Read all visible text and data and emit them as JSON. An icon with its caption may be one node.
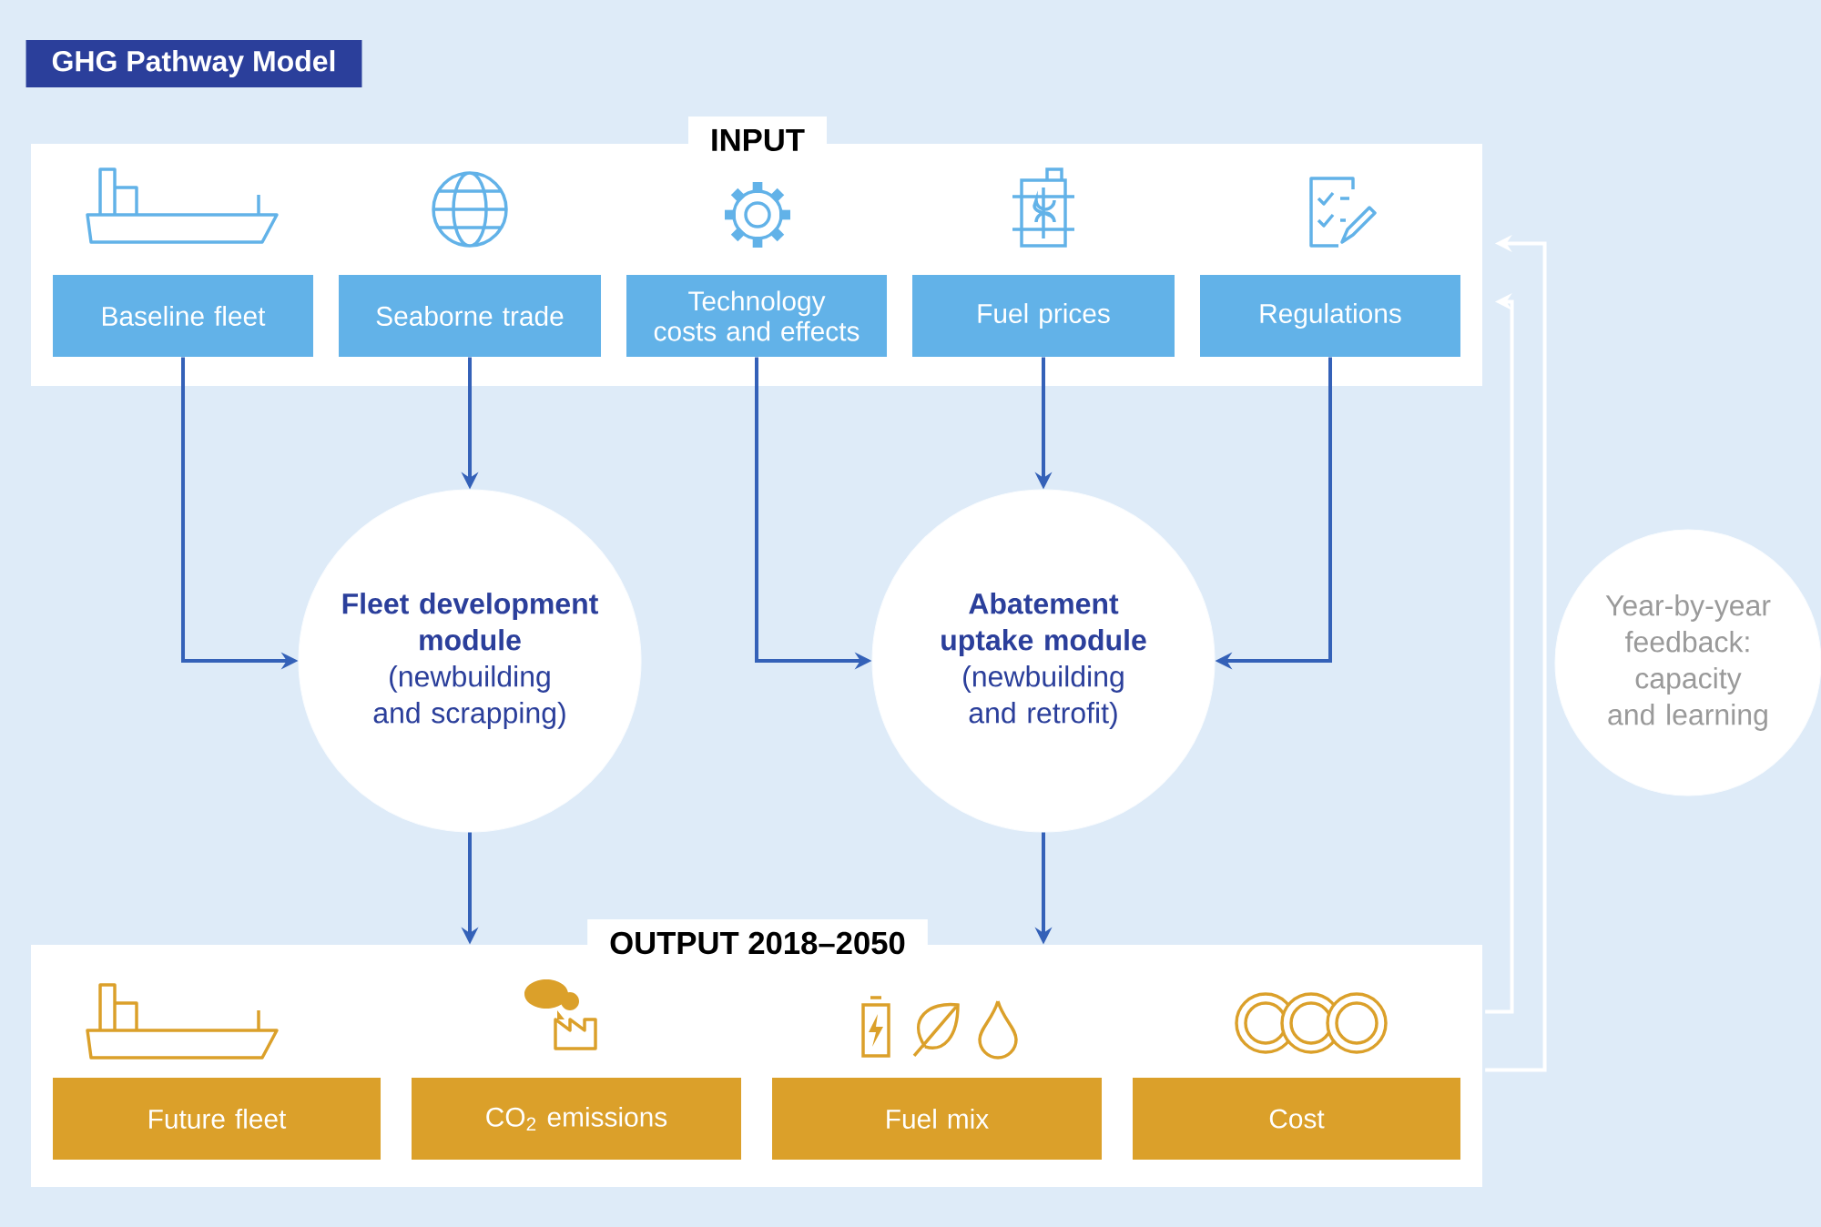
{
  "diagram": {
    "title": "GHG Pathway Model",
    "nodes": [
      {
        "text": [
          "INPUT"
        ]
      },
      {
        "text": [
          "Baseline fleet"
        ],
        "in": 0
      },
      {
        "text": [
          "Seaborne trade"
        ],
        "in": 0
      },
      {
        "text": [
          "Technology costs and effects"
        ],
        "in": 0
      },
      {
        "text": [
          "Fuel prices"
        ],
        "in": 0
      },
      {
        "text": [
          "Regulations"
        ],
        "in": 0
      },
      {
        "text": [
          "Fleet development module",
          "(newbuilding and scrapping)"
        ]
      },
      {
        "text": [
          "Abatement uptake module",
          "(newbuilding and retrofit)"
        ]
      },
      {
        "text": [
          "Year-by-year feedback: capacity and learning"
        ]
      },
      {
        "text": [
          "OUTPUT 2018–2050"
        ]
      },
      {
        "text": [
          "Future fleet"
        ],
        "in": 9
      },
      {
        "text": [
          "CO$_{2}$ emissions"
        ],
        "in": 9
      },
      {
        "text": [
          "Fuel mix"
        ],
        "in": 9
      },
      {
        "text": [
          "Cost"
        ],
        "in": 9
      }
    ],
    "edges": [
      {
        "from": 1,
        "to": 6,
        "arrow": "to"
      },
      {
        "from": 2,
        "to": 6,
        "arrow": "to"
      },
      {
        "from": 3,
        "to": 7,
        "arrow": "to"
      },
      {
        "from": 4,
        "to": 7,
        "arrow": "to"
      },
      {
        "from": 5,
        "to": 7,
        "arrow": "to"
      },
      {
        "from": 6,
        "to": 9,
        "arrow": "to"
      },
      {
        "from": 7,
        "to": 9,
        "arrow": "to"
      },
      {
        "from": 9,
        "to": 0,
        "arrow": "to",
        "color": "#ffffff"
      },
      {
        "from": 9,
        "to": 0,
        "arrow": "to",
        "color": "#ffffff"
      }
    ]
  }
}
